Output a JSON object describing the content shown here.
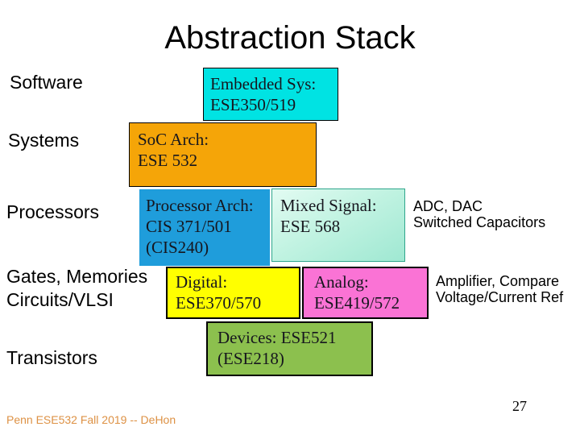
{
  "slide": {
    "title": "Abstraction Stack",
    "footer": "Penn ESE532 Fall 2019 -- DeHon",
    "page_number": "27"
  },
  "layer_labels": {
    "software": "Software",
    "systems": "Systems",
    "processors": "Processors",
    "gates_line1": "Gates, Memories",
    "gates_line2": "Circuits/VLSI",
    "transistors": "Transistors"
  },
  "boxes": {
    "embedded": {
      "line1": "Embedded Sys:",
      "line2": "ESE350/519",
      "color": "#00E3E3"
    },
    "soc": {
      "line1": "SoC Arch:",
      "line2": "ESE 532",
      "color": "#F5A508"
    },
    "processor": {
      "line1": "Processor Arch:",
      "line2": "CIS 371/501",
      "line3": "(CIS240)",
      "color": "#1F9DDB"
    },
    "mixed_signal": {
      "line1": "Mixed Signal:",
      "line2": "ESE 568",
      "color": "#BDF0DE"
    },
    "digital": {
      "line1": "Digital:",
      "line2": "ESE370/570",
      "color": "#FFFF00"
    },
    "analog": {
      "line1": "Analog:",
      "line2": "ESE419/572",
      "color": "#FA73D5"
    },
    "devices": {
      "line1": "Devices: ESE521",
      "line2": "(ESE218)",
      "color": "#8CC04E"
    }
  },
  "annotations": {
    "adc": {
      "line1": "ADC, DAC",
      "line2": "Switched Capacitors"
    },
    "amplifier": {
      "line1": "Amplifier, Compare",
      "line2": "Voltage/Current Ref"
    }
  }
}
